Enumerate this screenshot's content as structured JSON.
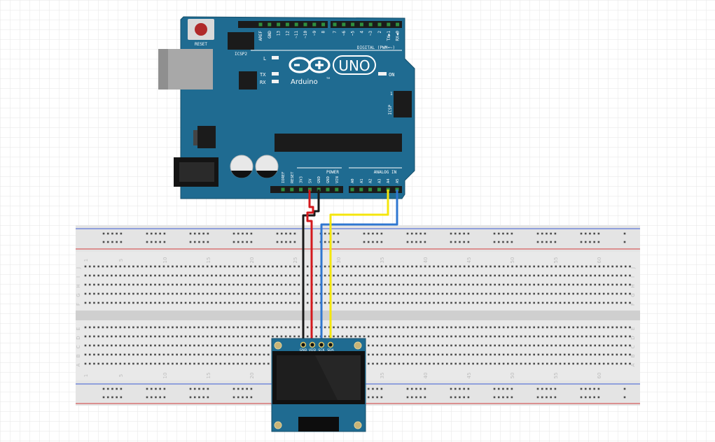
{
  "arduino": {
    "reset_label": "RESET",
    "icsp2_label": "ICSP2",
    "icsp_label": "ICSP",
    "icsp_pin1": "1",
    "l_label": "L",
    "tx_label": "TX",
    "rx_label": "RX",
    "on_label": "ON",
    "brand": "Arduino",
    "tm": "TM",
    "model": "UNO",
    "digital_label": "DIGITAL (PWM=~)",
    "power_label": "POWER",
    "analog_label": "ANALOG IN",
    "top_pins_left": [
      "AREF",
      "GND",
      "13",
      "12",
      "~11",
      "~10",
      "~9",
      "8"
    ],
    "top_pins_right": [
      "7",
      "~6",
      "~5",
      "4",
      "~3",
      "2",
      "TX▶1",
      "RX◀0"
    ],
    "power_pins": [
      "IOREF",
      "RESET",
      "3V3",
      "5V",
      "GND",
      "GND",
      "VIN"
    ],
    "analog_pins": [
      "A0",
      "A1",
      "A2",
      "A3",
      "A4",
      "A5"
    ]
  },
  "breadboard": {
    "column_numbers": [
      "1",
      "5",
      "10",
      "15",
      "20",
      "25",
      "30",
      "35",
      "40",
      "45",
      "50",
      "55",
      "60"
    ],
    "upper_rows": [
      "J",
      "I",
      "H",
      "G",
      "F"
    ],
    "lower_rows": [
      "E",
      "D",
      "C",
      "B",
      "A"
    ]
  },
  "oled": {
    "pins": [
      "GND",
      "VDD",
      "SCK",
      "SDA"
    ]
  },
  "wires": [
    {
      "name": "gnd-wire",
      "color": "#1a1a1a"
    },
    {
      "name": "vcc-wire",
      "color": "#d4191d"
    },
    {
      "name": "scl-wire",
      "color": "#2f77d1"
    },
    {
      "name": "sda-wire",
      "color": "#f4e60c"
    }
  ],
  "colors": {
    "board": "#1f6b91",
    "rail_red": "#d23b3b",
    "rail_blue": "#3d5bd3",
    "grid": "#e3e3e3"
  }
}
